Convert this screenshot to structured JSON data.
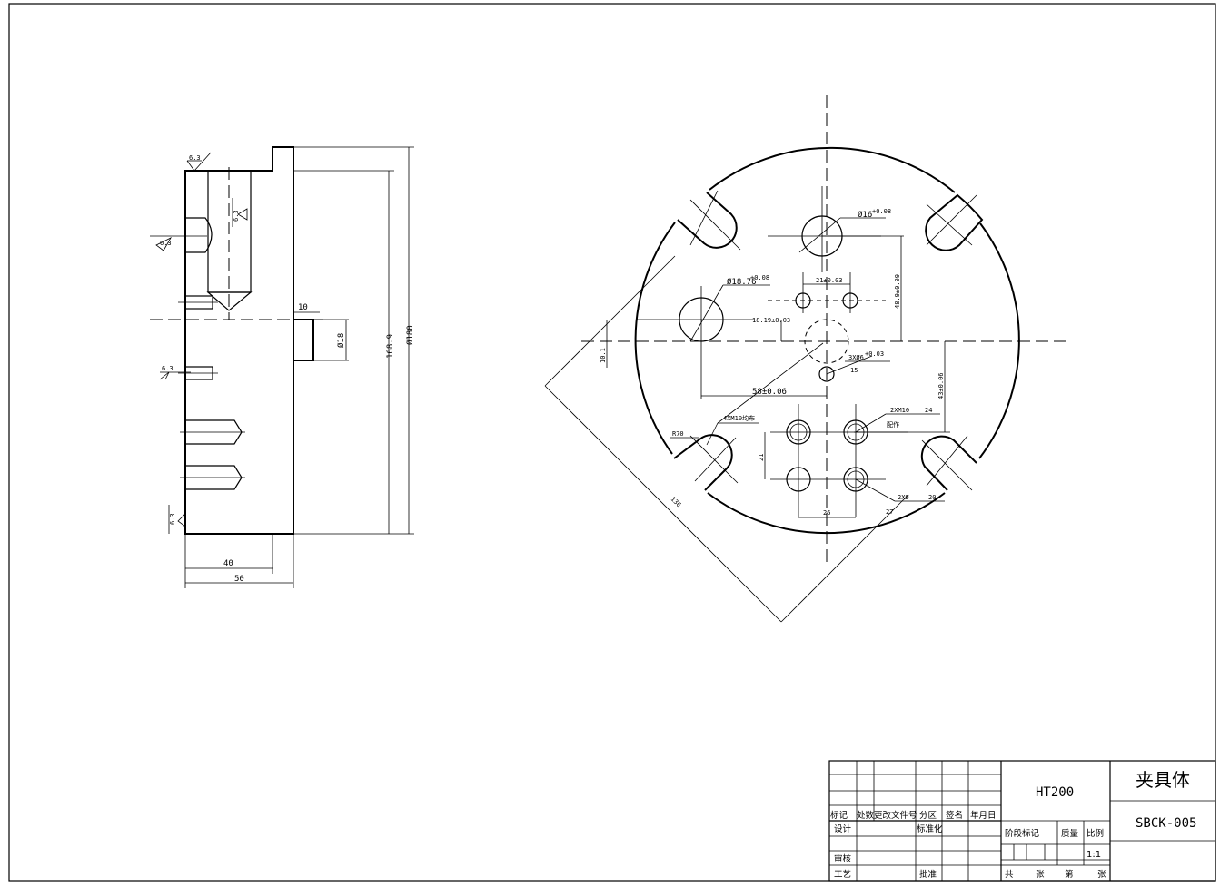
{
  "side_view": {
    "roughness": [
      "6.3",
      "6.3",
      "6.3",
      "6.3",
      "6.3"
    ],
    "dims": {
      "d10": "10",
      "d18": "Ø18",
      "d168": "168.9",
      "d180": "Ø180",
      "d40": "40",
      "d50": "50"
    }
  },
  "front_view": {
    "dims": {
      "hole16": "Ø16",
      "hole16_tol": "+0.08",
      "hole18": "Ø18.76",
      "hole18_tol": "+0.08",
      "d21": "21±0.03",
      "d489": "48.9±0.09",
      "d1819": "18.19±0.03",
      "d101": "10.1",
      "d3x": "3XØ6",
      "d3x_tol": "+0.03",
      "d15": "15",
      "d58": "58±0.06",
      "d43": "43±0.06",
      "d2xm10": "2XM10",
      "d24": "24",
      "d_pei": "配作",
      "d4xm10": "4XM10均布",
      "r70": "R70",
      "d21b": "21",
      "d26": "26",
      "d2xsmall": "2XØ",
      "d20": "20",
      "d27": "27",
      "d136": "136"
    }
  },
  "title_block": {
    "material": "HT200",
    "part_name": "夹具体",
    "drawing_no": "SBCK-005",
    "hdr_biaoji": "标记",
    "hdr_chushu": "处数",
    "hdr_genggai": "更改文件号",
    "hdr_fenqu": "分区",
    "hdr_qianming": "签名",
    "hdr_nianyueri": "年月日",
    "sheji": "设计",
    "biaozhunhua": "标准化",
    "shenhe": "审核",
    "gongyi": "工艺",
    "pizhun": "批准",
    "jieduan": "阶段标记",
    "zhiliang": "质量",
    "bili": "比例",
    "scale": "1:1",
    "gong": "共",
    "zhang1": "张",
    "di": "第",
    "zhang2": "张"
  }
}
